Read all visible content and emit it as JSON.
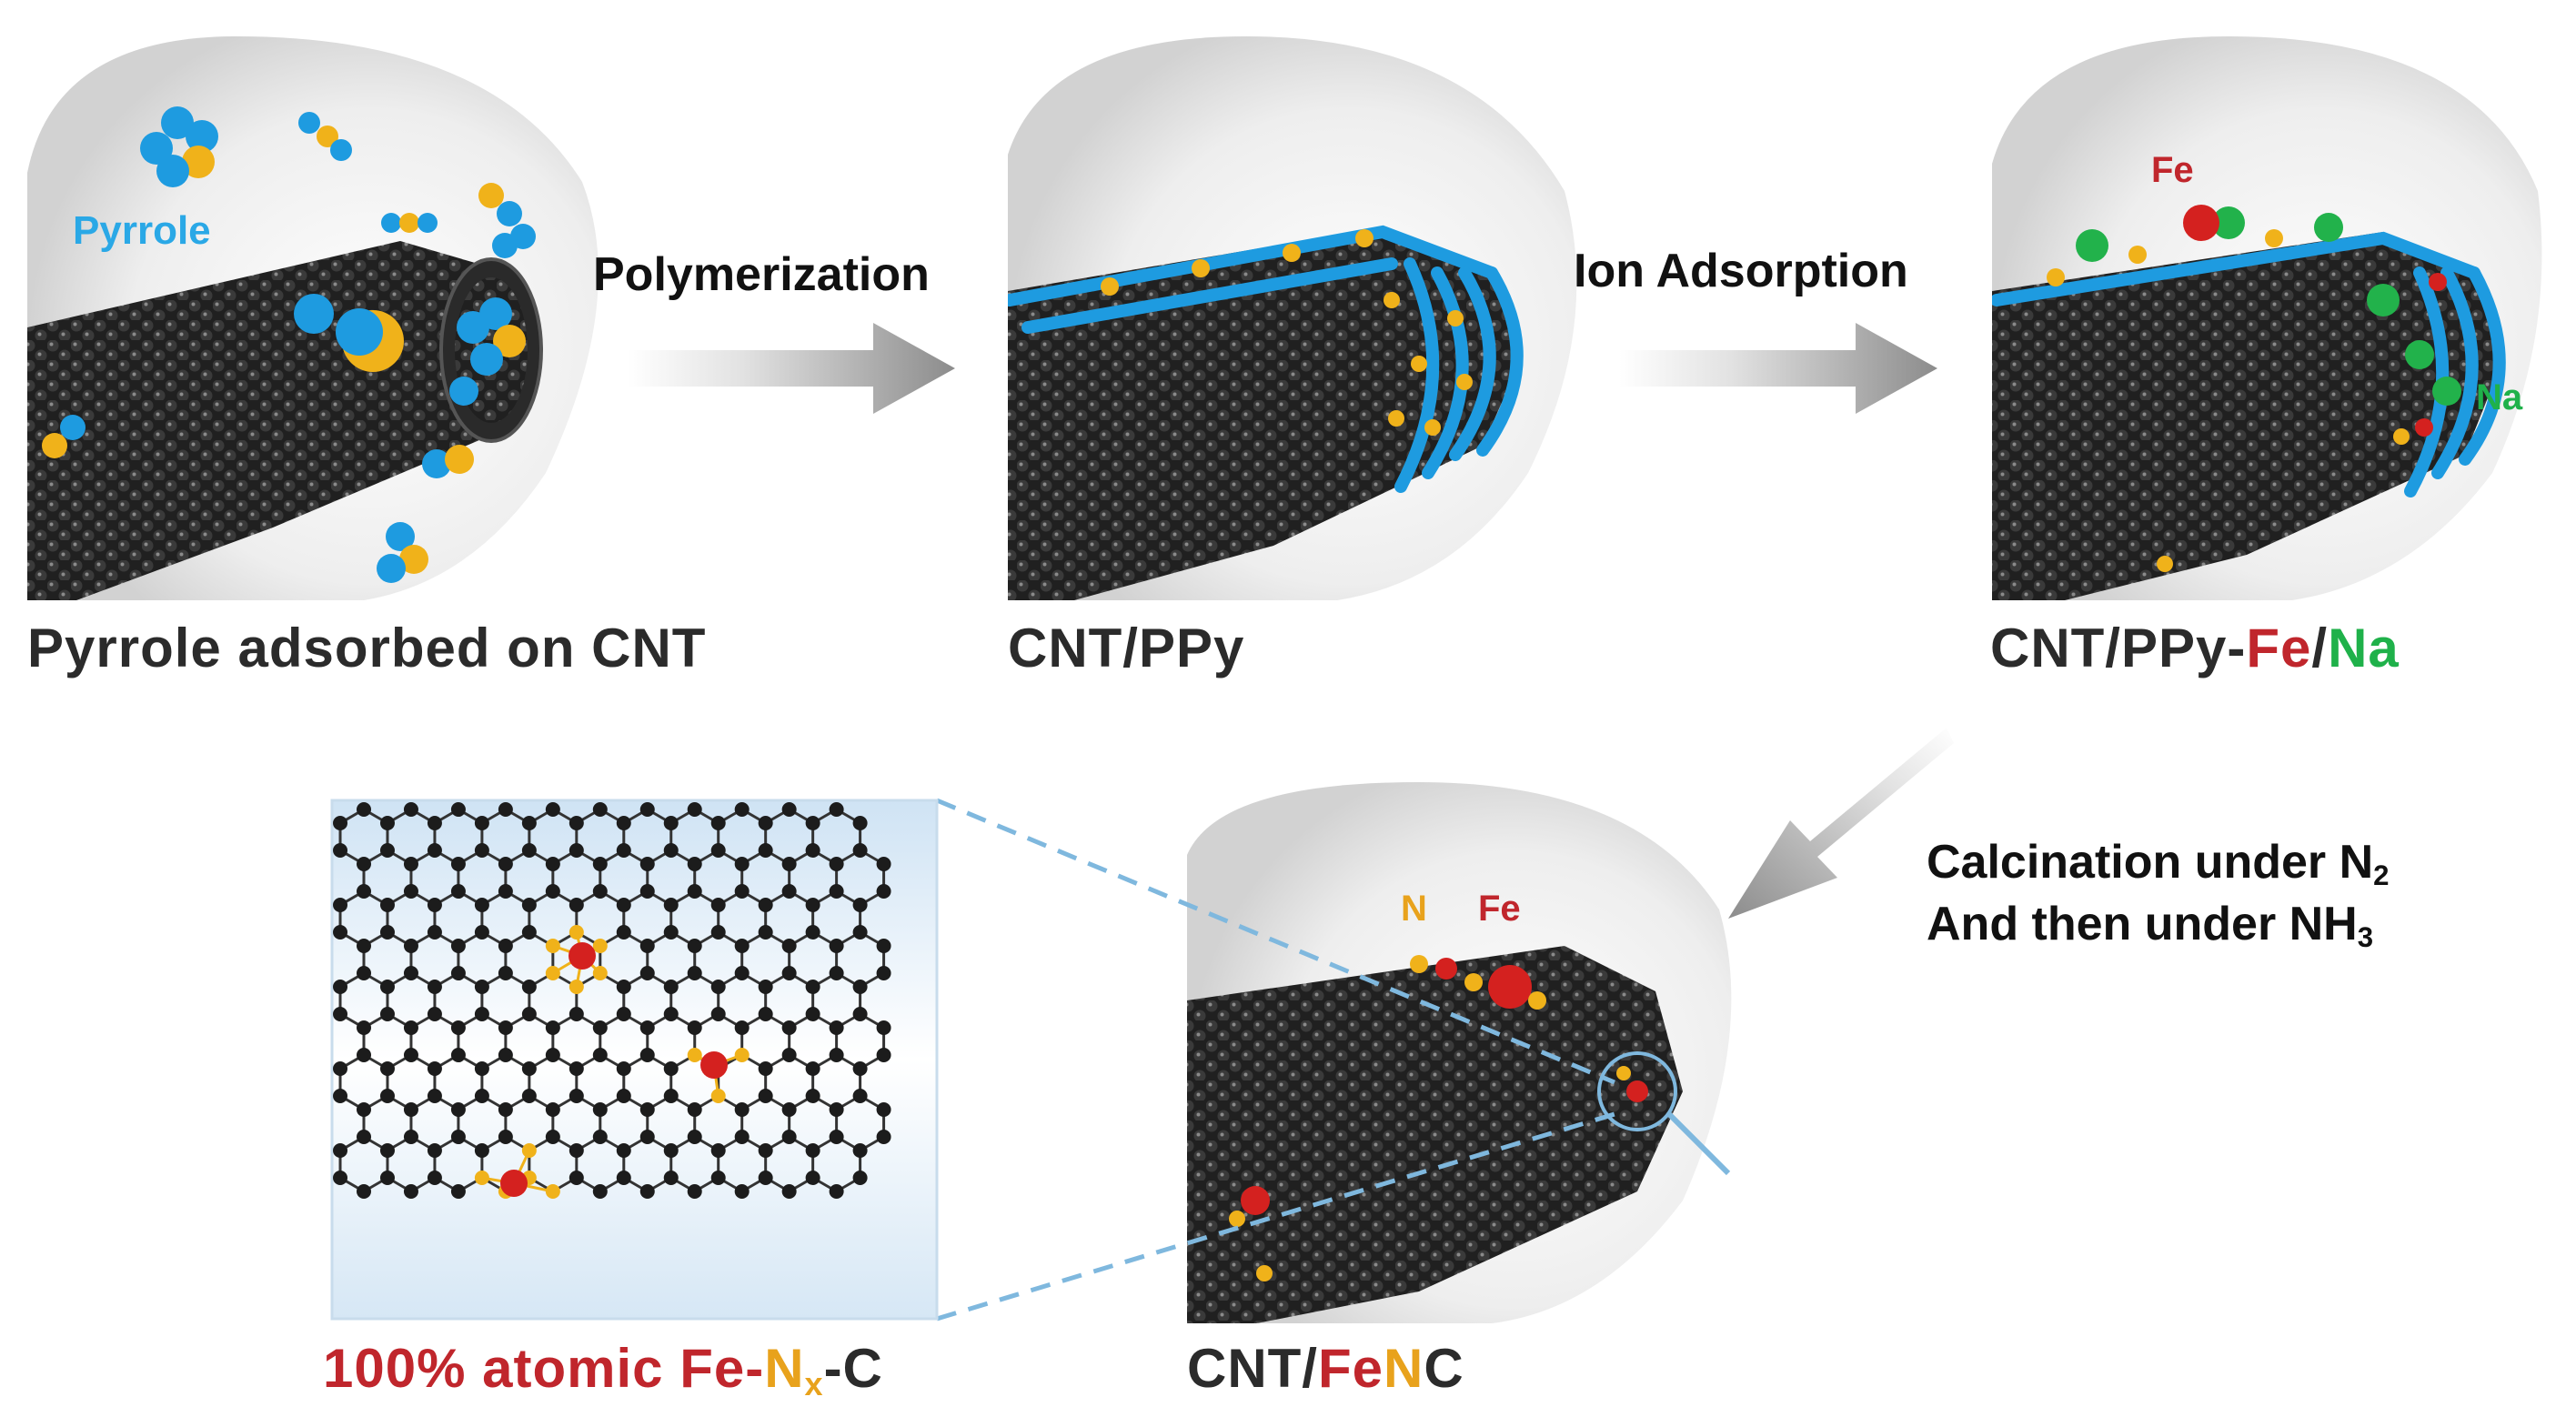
{
  "labels": {
    "pyrrole": "Pyrrole",
    "pyrrole_on_cnt": "Pyrrole adsorbed on CNT",
    "polymerization": "Polymerization",
    "cnt_ppy": "CNT/PPy",
    "ion_adsorption": "Ion Adsorption",
    "cnt_ppy_prefix": "CNT/PPy-",
    "fe": "Fe",
    "slash": "/",
    "na": "Na",
    "calcination_line1": "Calcination under N",
    "calcination_line1_sub": "2",
    "calcination_line2": "And then under NH",
    "calcination_line2_sub": "3",
    "n": "N",
    "cnt_prefix": "CNT/",
    "atomic_prefix": "100% atomic ",
    "fe_dash": "Fe-",
    "nx_n": "N",
    "nx_sub": "x",
    "dash_c": "-C"
  },
  "colors": {
    "carbon": "#1c1c1c",
    "pyrrole_blue": "#1e9be0",
    "nitrogen_orange": "#f0b21a",
    "iron_red": "#d4211f",
    "sodium_green": "#22b24b",
    "arrow_gray": "#9a9a9a",
    "inset_bg": "#dceaf6",
    "dashed_line": "#7fb8de"
  }
}
